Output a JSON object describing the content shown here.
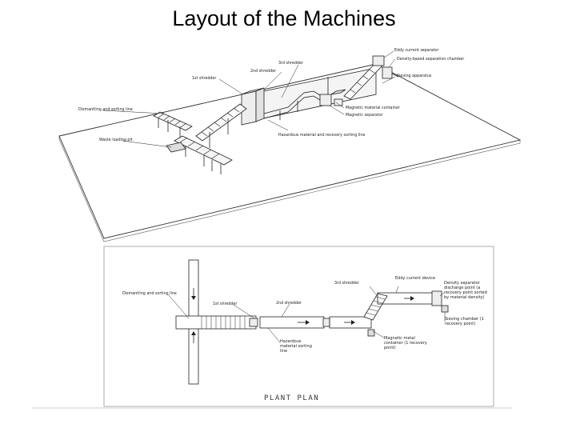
{
  "slide": {
    "title": "Layout of the Machines"
  },
  "isometric_view": {
    "labels": {
      "eddy_current": "Eddy current separator",
      "density_separator": "Density-based separation chamber",
      "third_shredder": "3rd shredder",
      "second_shredder": "2nd shredder",
      "sieving": "Sieving apparatus",
      "first_shredder": "1st shredder",
      "dismantling": "Dismantling and sorting line",
      "magnetic_container": "Magnetic material container",
      "magnetic_separator": "Magnetic separator",
      "waste_loading": "Waste loading pit",
      "hazardous_line": "Hazardous material and recovery sorting line"
    }
  },
  "plant_plan": {
    "title": "PLANT PLAN",
    "labels": {
      "dismantling": "Dismantling and sorting line",
      "first_shredder": "1st shredder",
      "second_shredder": "2nd shredder",
      "third_shredder": "3rd shredder",
      "eddy_current": "Eddy current device",
      "density_separator": "Density separator discharge point (a recovery point sorted by material density)",
      "sieving": "Sieving chamber (1 recovery point)",
      "magnetic_container": "Magnetic metal container (1 recovery point)",
      "hazardous_line": "Hazardous material sorting line"
    }
  }
}
